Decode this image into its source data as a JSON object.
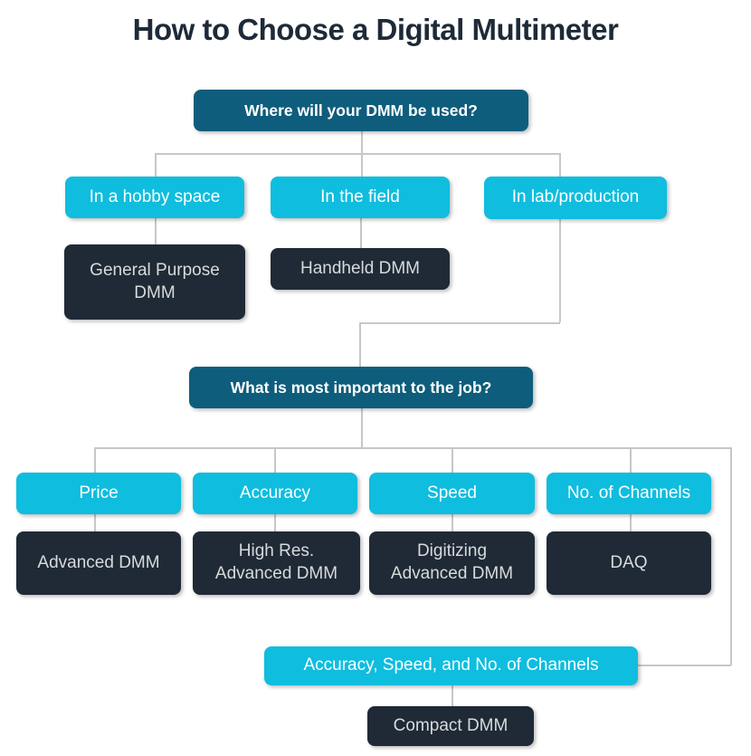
{
  "title": "How to Choose a Digital Multimeter",
  "colors": {
    "bg": "#ffffff",
    "cyan": "#0fbdde",
    "teal": "#0e5d7c",
    "dark": "#1f2a36",
    "titleColor": "#1e2a38",
    "line": "#c7c7c7",
    "resText": "#d8dadc"
  },
  "nodes": {
    "q1": "Where will your DMM be used?",
    "hobby": "In a hobby space",
    "field": "In the field",
    "lab": "In lab/production",
    "general": "General Purpose\nDMM",
    "handheld": "Handheld DMM",
    "q2": "What is most important to the job?",
    "price": "Price",
    "accuracy": "Accuracy",
    "speed": "Speed",
    "channels": "No. of Channels",
    "advanced": "Advanced DMM",
    "highres": "High Res.\nAdvanced DMM",
    "digitizing": "Digitizing\nAdvanced DMM",
    "daq": "DAQ",
    "combo": "Accuracy, Speed, and No. of Channels",
    "compact": "Compact DMM"
  }
}
